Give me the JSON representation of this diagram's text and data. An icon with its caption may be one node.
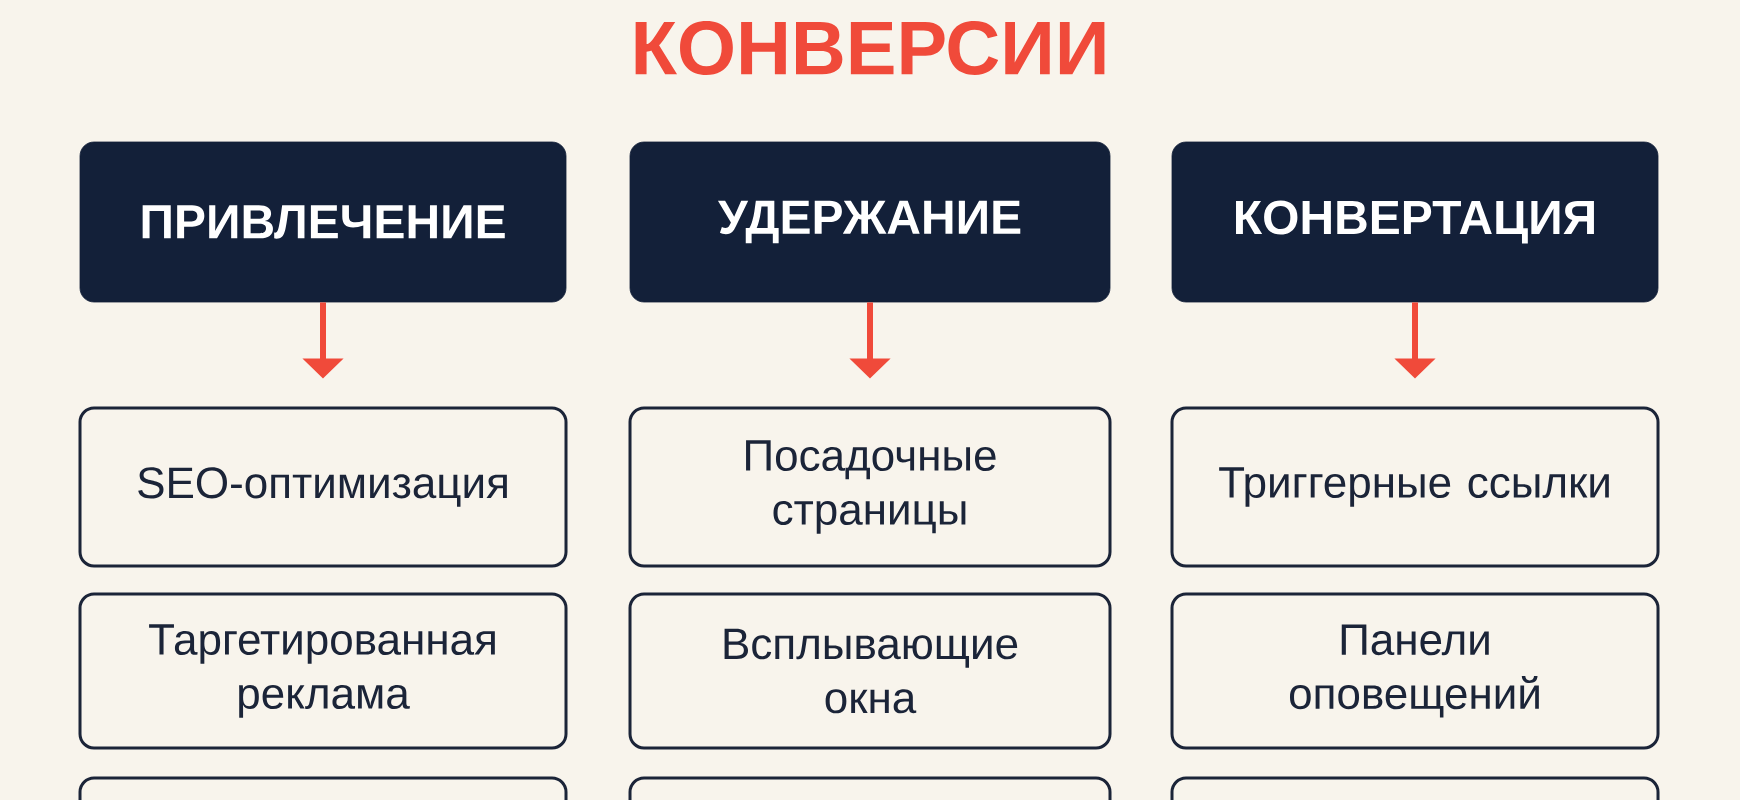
{
  "diagram": {
    "title": "КОНВЕРСИИ",
    "nodes": [
      {
        "text": [
          "ПРИВЛЕЧЕНИЕ"
        ]
      },
      {
        "text": [
          "УДЕРЖАНИЕ"
        ]
      },
      {
        "text": [
          "КОНВЕРТАЦИЯ"
        ]
      },
      {
        "text": [
          "SEO-оптимизация"
        ]
      },
      {
        "text": [
          "Посадочные страницы"
        ]
      },
      {
        "text": [
          "Триггерные ссылки"
        ]
      },
      {
        "text": [
          "Таргетированная реклама"
        ]
      },
      {
        "text": [
          "Всплывающие окна"
        ]
      },
      {
        "text": [
          "Панели оповещений"
        ]
      },
      {
        "text": [],
        "shape": "box"
      },
      {
        "text": [],
        "shape": "box"
      },
      {
        "text": [],
        "shape": "box"
      }
    ],
    "edges": [
      {
        "from": 0,
        "to": 3,
        "arrow": "to"
      },
      {
        "from": 1,
        "to": 4,
        "arrow": "to"
      },
      {
        "from": 2,
        "to": 5,
        "arrow": "to"
      }
    ]
  }
}
